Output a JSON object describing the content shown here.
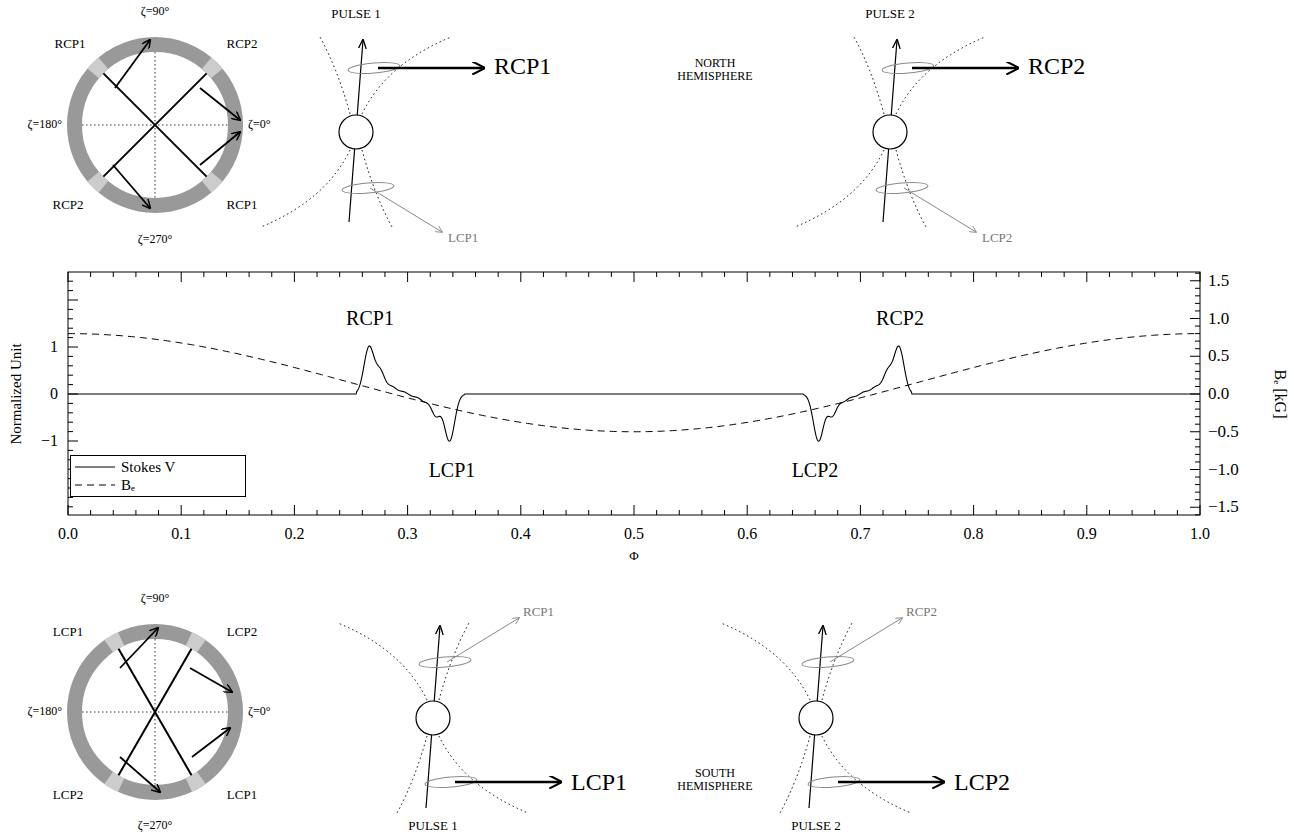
{
  "diagram": {
    "labels": [
      "ζ=90°",
      "RCP1",
      "RCP2",
      "ζ=180°",
      "ζ=0°",
      "RCP2",
      "RCP1",
      "ζ=270°",
      "PULSE 1",
      "RCP1",
      "LCP1",
      "NORTH HEMISPHERE",
      "PULSE 2",
      "RCP2",
      "LCP2",
      "RCP1",
      "RCP2",
      "LCP1",
      "LCP2",
      "1",
      "0",
      "−1",
      "1.5",
      "1.0",
      "0.5",
      "0.0",
      "−0.5",
      "−1.0",
      "−1.5",
      "0.0",
      "0.1",
      "0.2",
      "0.3",
      "0.4",
      "0.5",
      "0.6",
      "0.7",
      "0.8",
      "0.9",
      "1.0",
      "Φ",
      "Normalized Unit",
      "Bₑ [kG]",
      "ζ=90°",
      "LCP1",
      "LCP2",
      "ζ=180°",
      "ζ=0°",
      "LCP2",
      "LCP1",
      "ζ=270°",
      "RCP1",
      "RCP2",
      "LCP1",
      "SOUTH HEMISPHERE",
      "LCP2",
      "PULSE 1",
      "PULSE 2"
    ],
    "legend": [
      {
        "text": "Stokes V"
      },
      {
        "text": "Bₑ"
      }
    ]
  }
}
